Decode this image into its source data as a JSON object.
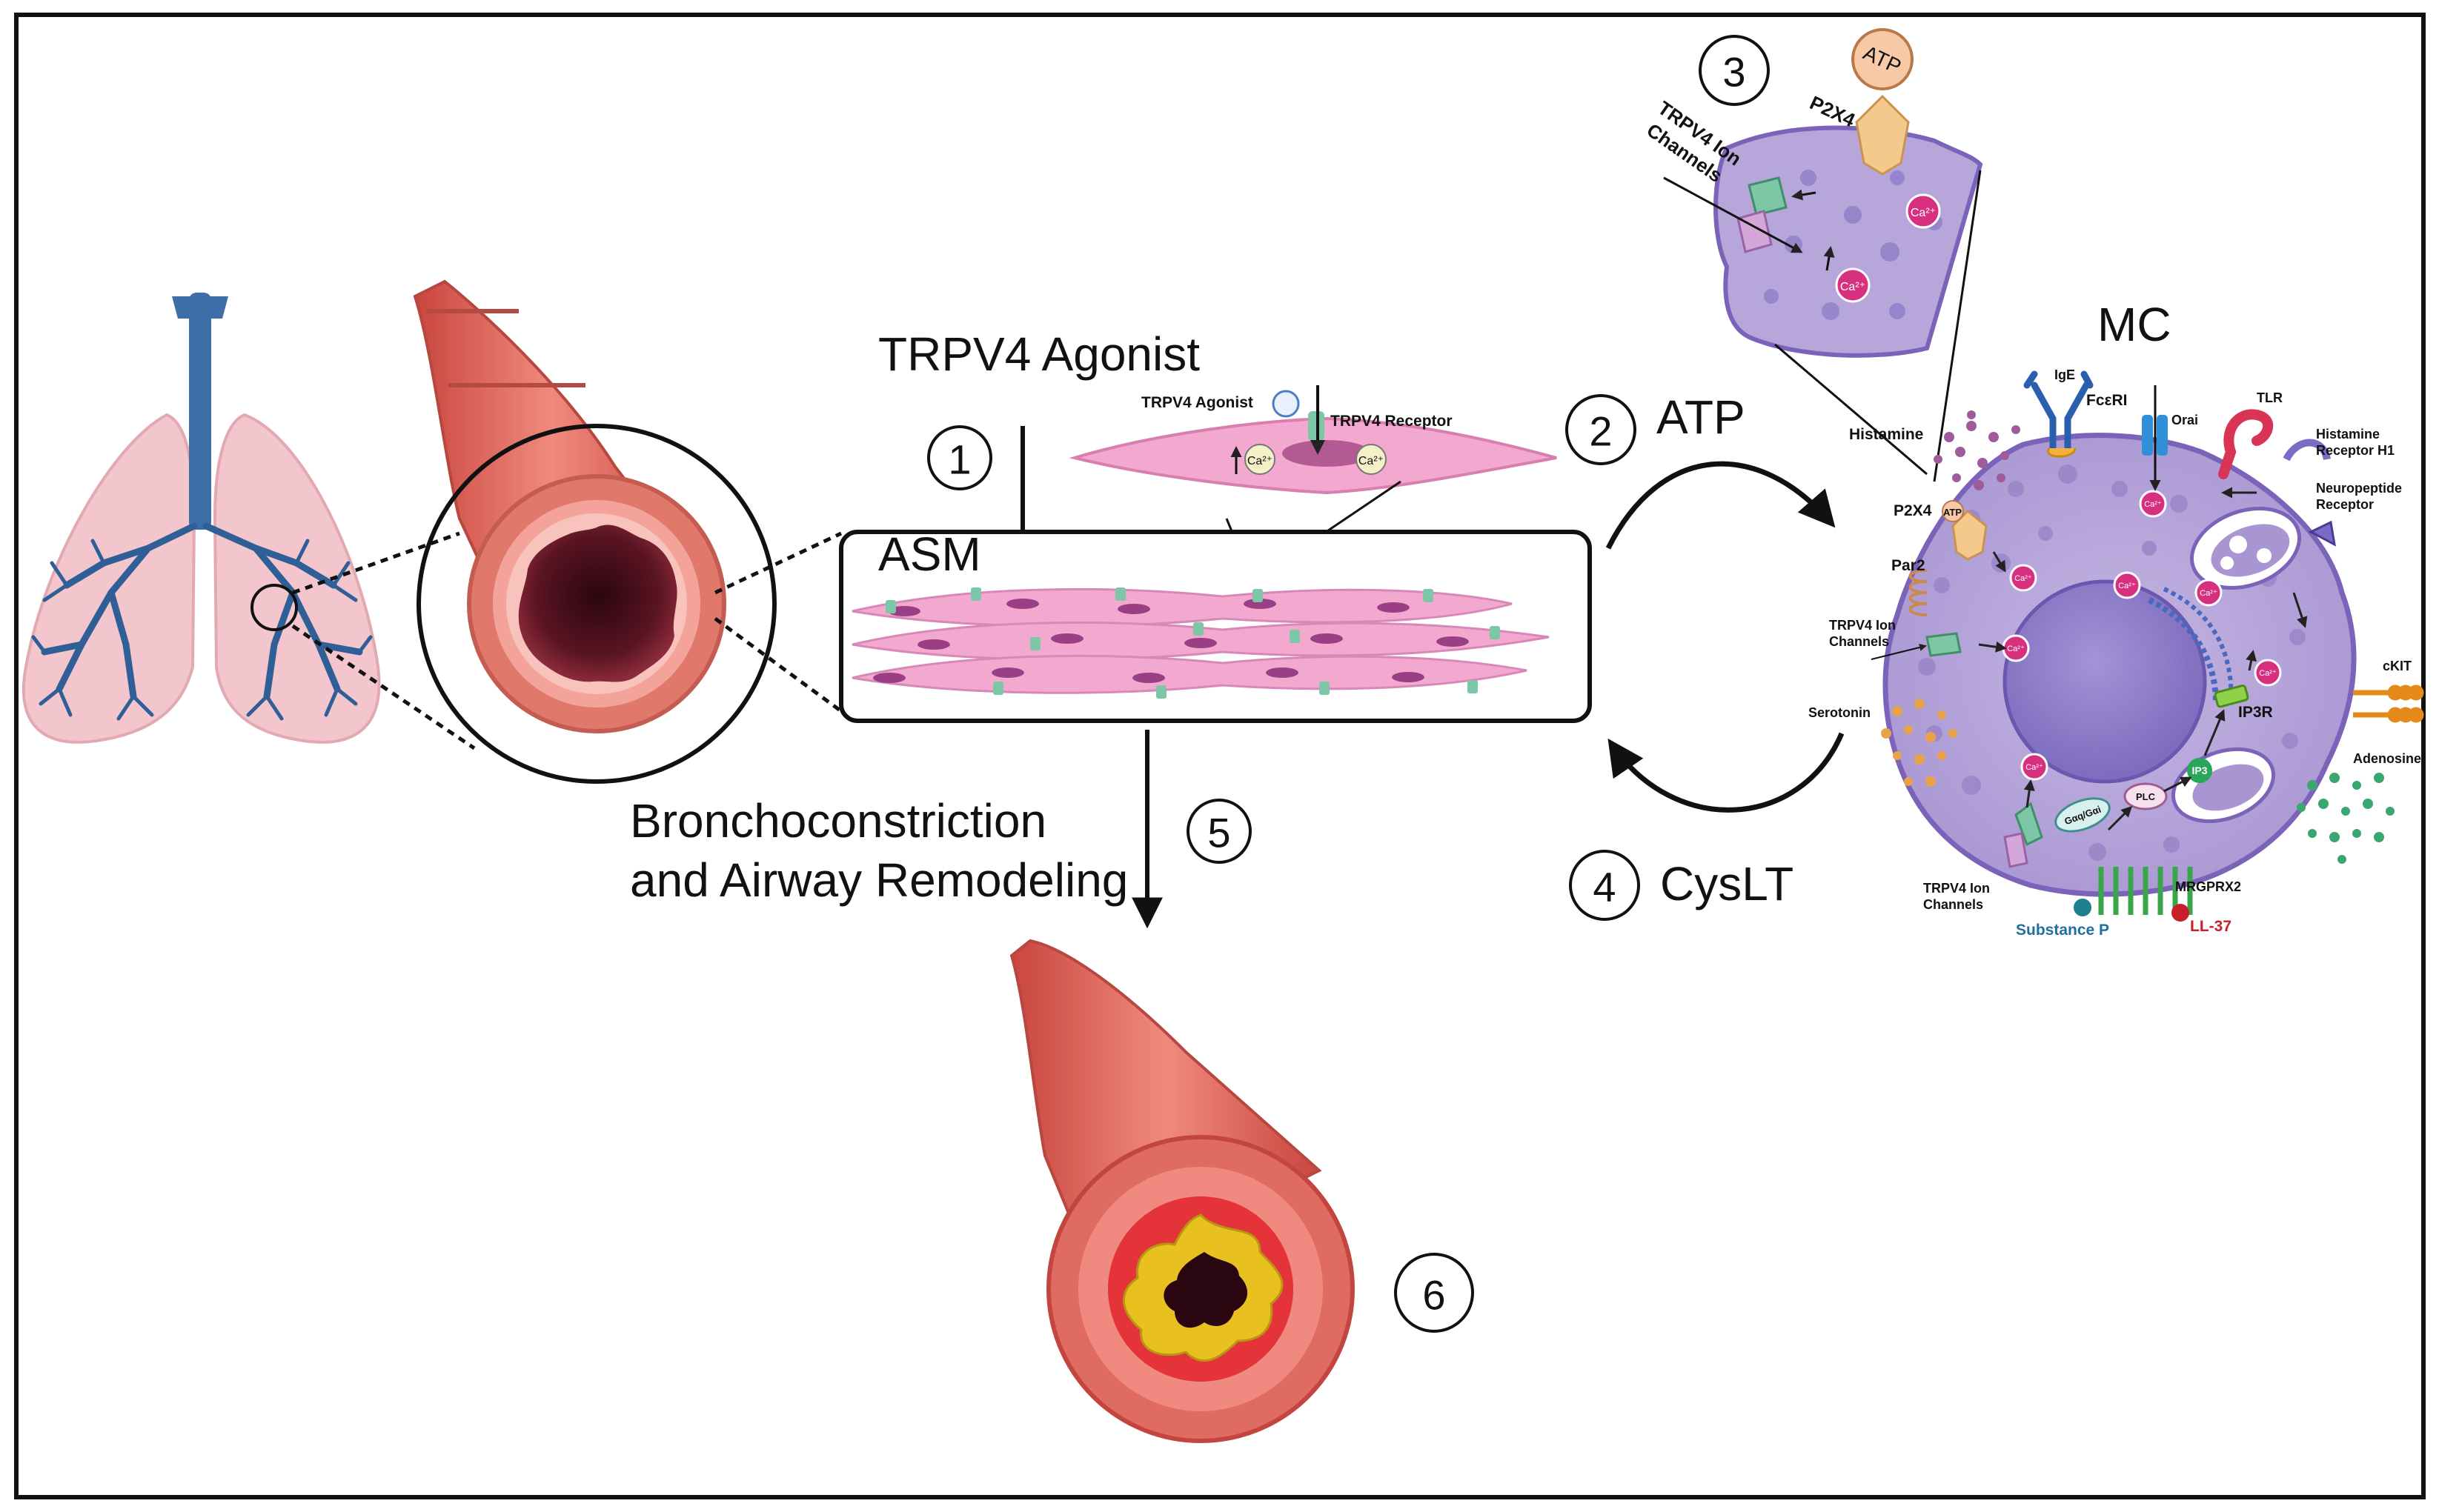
{
  "labels": {
    "trpv4_agonist": "TRPV4 Agonist",
    "asm": "ASM",
    "atp": "ATP",
    "cyslt": "CysLT",
    "mc": "MC",
    "broncho_line1": "Bronchoconstriction",
    "broncho_line2": "and Airway Remodeling"
  },
  "steps": [
    "1",
    "2",
    "3",
    "4",
    "5",
    "6"
  ],
  "smooth_muscle_cell": {
    "agonist": "TRPV4 Agonist",
    "receptor": "TRPV4 Receptor",
    "ca_left": "Ca²⁺",
    "ca_right": "Ca²⁺"
  },
  "inset": {
    "atp": "ATP",
    "p2x4": "P2X4",
    "trpv4_line1": "TRPV4 Ion",
    "trpv4_line2": "Channels",
    "ca1": "Ca²⁺",
    "ca2": "Ca²⁺"
  },
  "mast_cell": {
    "histamine": "Histamine",
    "ige": "IgE",
    "fceri": "FcεRI",
    "orai": "Orai",
    "tlr": "TLR",
    "h1_line1": "Histamine",
    "h1_line2": "Receptor H1",
    "np_line1": "Neuropeptide",
    "np_line2": "Receptor",
    "p2x4": "P2X4",
    "atp_small": "ATP",
    "par2": "Par2",
    "trpv4_top_line1": "TRPV4 Ion",
    "trpv4_top_line2": "Channels",
    "serotonin": "Serotonin",
    "ip3r": "IP3R",
    "ip3": "IP3",
    "plc": "PLC",
    "gprotein": "Gαq/Gαi",
    "ckit": "cKIT",
    "adenosine": "Adenosine",
    "trpv4_bottom_line1": "TRPV4 Ion",
    "trpv4_bottom_line2": "Channels",
    "mrgprx2": "MRGPRX2",
    "substance_p": "Substance P",
    "ll37": "LL-37",
    "ca": "Ca²⁺"
  },
  "colors": {
    "lung_pink": "#f2c6cc",
    "bronchi_blue": "#2f5f96",
    "airway_outer": "#e07a6e",
    "airway_lumen": "#4a0d18",
    "asm_pink": "#f3a9cf",
    "mast_cell_purple": "#b7a6d9",
    "nucleus_purple": "#8f7ec8",
    "granule": "#9a86c8",
    "ca_magenta": "#d6307f",
    "mucus_yellow": "#e8c020",
    "substance_p_teal": "#1f7f8f",
    "ll37_red": "#c8202a"
  }
}
